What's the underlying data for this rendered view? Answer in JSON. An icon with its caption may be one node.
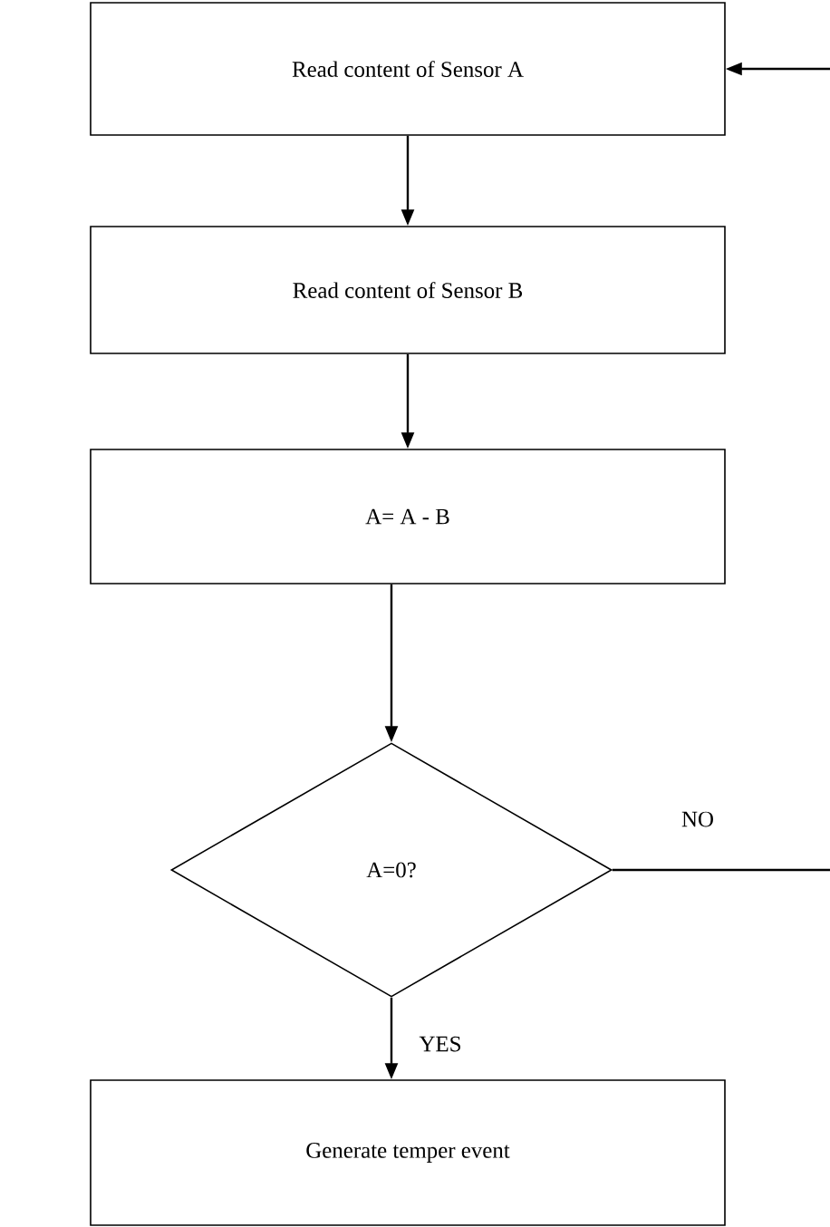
{
  "diagram": {
    "nodes": [
      {
        "text": [
          "Read content of Sensor A"
        ]
      },
      {
        "text": [
          "Read content of Sensor B"
        ]
      },
      {
        "text": [
          "A= A - B"
        ]
      },
      {
        "text": [
          "A=0?"
        ]
      },
      {
        "text": [
          "Generate temper event"
        ]
      }
    ],
    "edges": [
      {
        "from": 0,
        "to": 1,
        "arrow": "to"
      },
      {
        "from": 1,
        "to": 2,
        "arrow": "to"
      },
      {
        "from": 2,
        "to": 3,
        "arrow": "to"
      },
      {
        "from": 3,
        "to": 4,
        "arrow": "to",
        "label": "YES"
      },
      {
        "from": null,
        "to": 0,
        "arrow": "to"
      },
      {
        "from": 3,
        "to": null,
        "arrow": "none",
        "label": "NO"
      }
    ]
  }
}
